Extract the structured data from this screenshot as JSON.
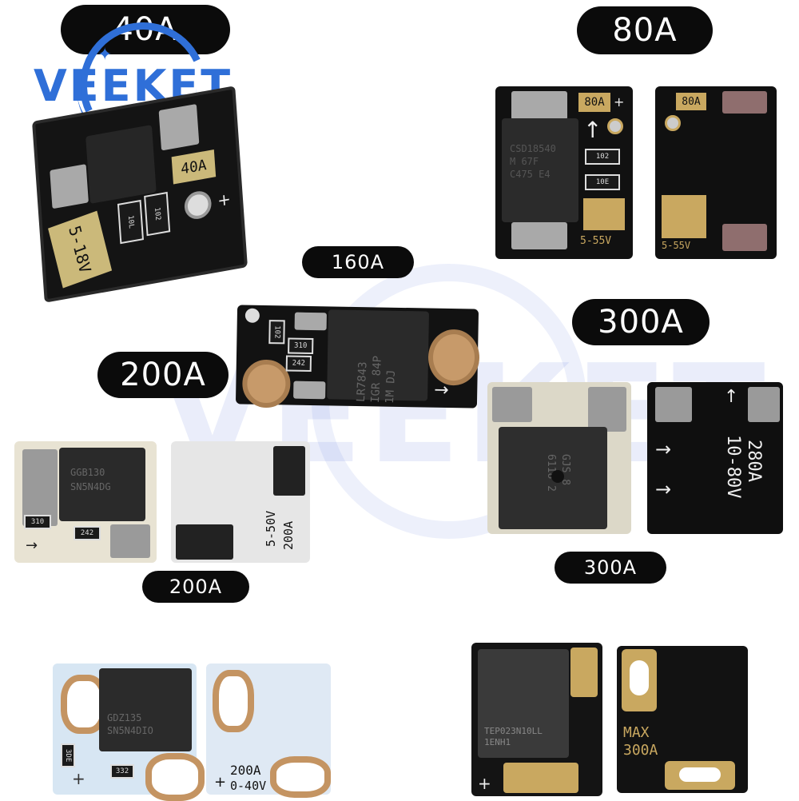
{
  "labels": {
    "a40": "40A",
    "a80": "80A",
    "a160": "160A",
    "a200_top": "200A",
    "a300_top": "300A",
    "a200_bottom": "200A",
    "a300_bottom": "300A"
  },
  "brand": {
    "logo": "VEEKET",
    "watermark": "VEEKET"
  },
  "pcb": {
    "b40_rating": "40A",
    "b40_voltage": "5-18V",
    "b40_smd_a": "10L",
    "b40_smd_b": "102",
    "b80_chip": "CSD18540\nM 67F\nC475 E4",
    "b80_rating": "80A",
    "b80_voltage": "5-55V",
    "b80_smd_a": "102",
    "b80_smd_b": "10E",
    "b80b_rating": "80A",
    "b80b_voltage": "5-55V",
    "b160_chip": "LR7843\nIGR 84P\n1M DJ",
    "b160_smd_a": "102",
    "b160_smd_b": "310",
    "b160_smd_c": "242",
    "b200_chip": "GGB130\nSN5N4DG",
    "b200_smd_a": "310",
    "b200_smd_b": "242",
    "b200b_voltage": "5-50V",
    "b200b_rating": "200A",
    "b300_chip": "GJS 8\n6118 2",
    "b300b_voltage": "10-80V",
    "b300b_rating": "280A",
    "b200c_chip": "GDZ135\nSN5N4DIO",
    "b200c_smd_a": "3DE",
    "b200c_smd_b": "332",
    "b200d_rating": "200A",
    "b200d_voltage": "0-40V",
    "b300c_chip": "TEP023N10LL\n1ENH1",
    "b300d_max": "MAX",
    "b300d_rating": "300A"
  },
  "colors": {
    "pill_bg": "#0b0b0b",
    "brand_blue": "#2f6fd8",
    "gold": "#c9a860"
  }
}
